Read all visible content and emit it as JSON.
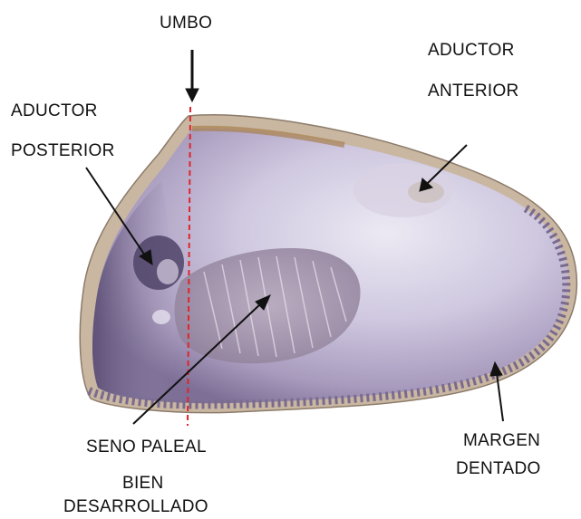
{
  "labels": {
    "umbo": "UMBO",
    "aductor_posterior_line1": "ADUCTOR",
    "aductor_posterior_line2": "POSTERIOR",
    "aductor_anterior_line1": "ADUCTOR",
    "aductor_anterior_line2": "ANTERIOR",
    "seno_paleal_line1": "SENO PALEAL",
    "seno_paleal_line2": "BIEN",
    "seno_paleal_line3": "DESARROLLADO",
    "margen_line1": "MARGEN",
    "margen_line2": "DENTADO"
  },
  "colors": {
    "shell_interior": "#c3bcd8",
    "shell_edge": "#8a7c9a",
    "shell_exterior": "#cdb9a3",
    "muscle_scar": "#5e5277",
    "pallial_sinus": "#9c8ca4",
    "umbo_line": "#e0242b",
    "arrow": "#111111"
  }
}
